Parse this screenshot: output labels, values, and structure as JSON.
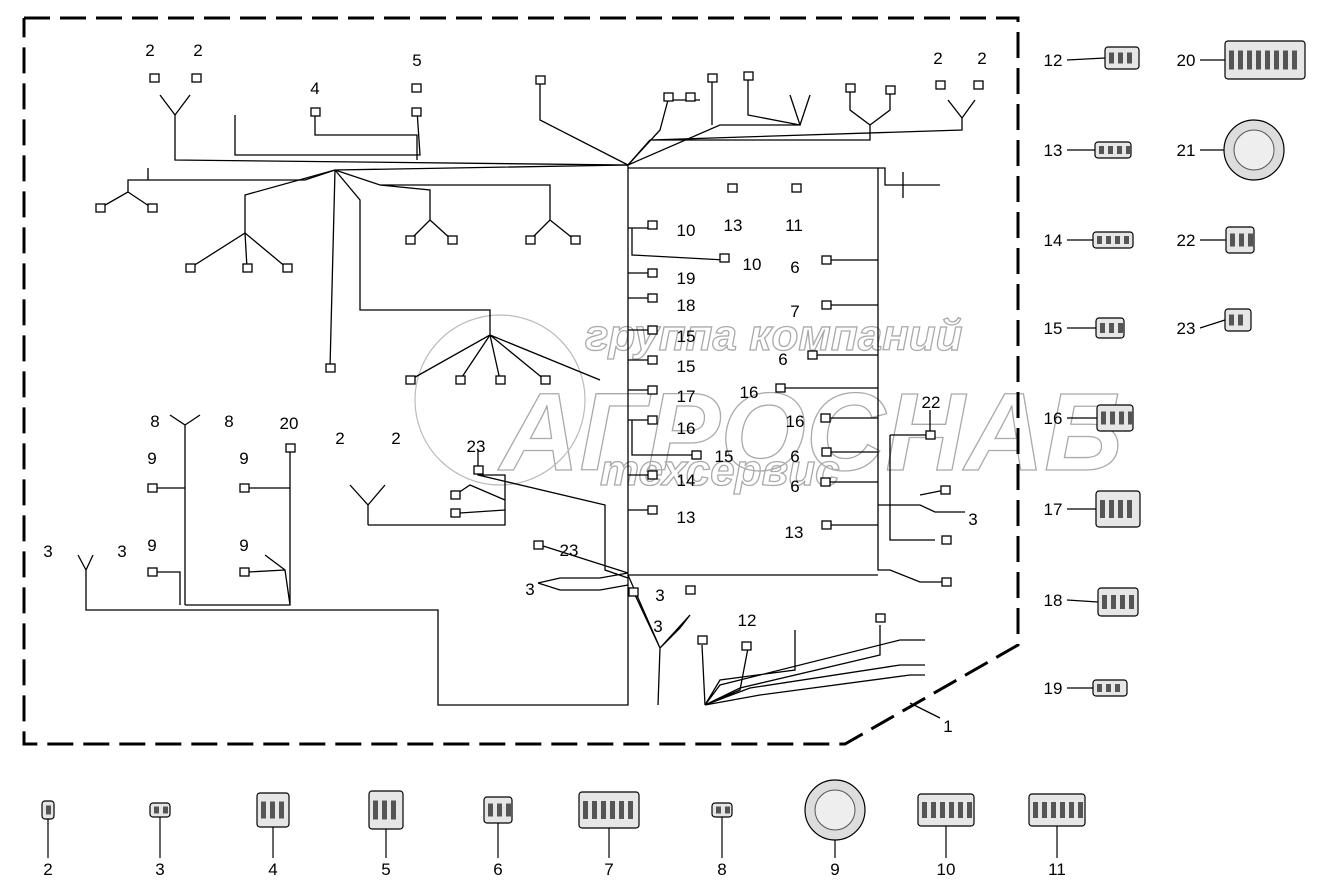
{
  "watermark": {
    "line1": "группа компаний",
    "line2": "АГРОСНАБ",
    "line3": "техсервис"
  },
  "callouts": [
    "2",
    "2",
    "5",
    "4",
    "2",
    "2",
    "10",
    "10",
    "13",
    "11",
    "6",
    "19",
    "18",
    "7",
    "15",
    "15",
    "6",
    "17",
    "16",
    "16",
    "16",
    "22",
    "15",
    "6",
    "14",
    "6",
    "13",
    "13",
    "3",
    "8",
    "8",
    "20",
    "9",
    "9",
    "2",
    "2",
    "23",
    "9",
    "9",
    "3",
    "3",
    "23",
    "3",
    "3",
    "3",
    "12",
    "1"
  ],
  "parts_right": [
    "12",
    "13",
    "14",
    "15",
    "16",
    "17",
    "18",
    "19",
    "20",
    "21",
    "22",
    "23"
  ],
  "parts_bottom": [
    "2",
    "3",
    "4",
    "5",
    "6",
    "7",
    "8",
    "9",
    "10",
    "11"
  ]
}
